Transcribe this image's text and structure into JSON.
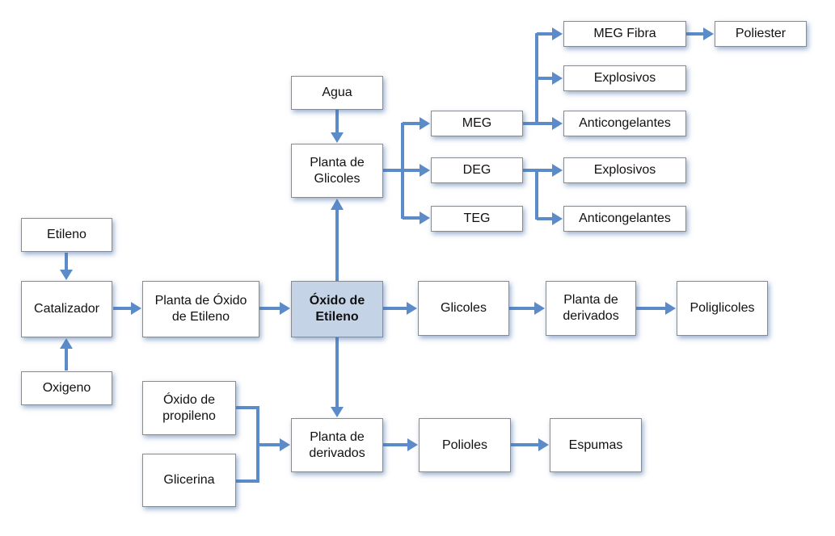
{
  "colors": {
    "arrow": "#5b8bc9",
    "main_fill": "#c5d3e6",
    "box_border": "#8a8a8a"
  },
  "nodes": {
    "etileno": "Etileno",
    "catalizador": "Catalizador",
    "oxigeno": "Oxigeno",
    "planta_oxido_etileno": "Planta de Óxido de Etileno",
    "oxido_etileno": "Óxido de Etileno",
    "agua": "Agua",
    "planta_glicoles": "Planta de Glicoles",
    "meg": "MEG",
    "deg": "DEG",
    "teg": "TEG",
    "meg_fibra": "MEG Fibra",
    "poliester": "Poliester",
    "explosivos_1": "Explosivos",
    "anticongelantes_1": "Anticongelantes",
    "explosivos_2": "Explosivos",
    "anticongelantes_2": "Anticongelantes",
    "glicoles": "Glicoles",
    "planta_derivados_1": "Planta de derivados",
    "poliglicoles": "Poliglicoles",
    "oxido_propileno": "Óxido de propileno",
    "glicerina": "Glicerina",
    "planta_derivados_2": "Planta de derivados",
    "polioles": "Polioles",
    "espumas": "Espumas"
  }
}
